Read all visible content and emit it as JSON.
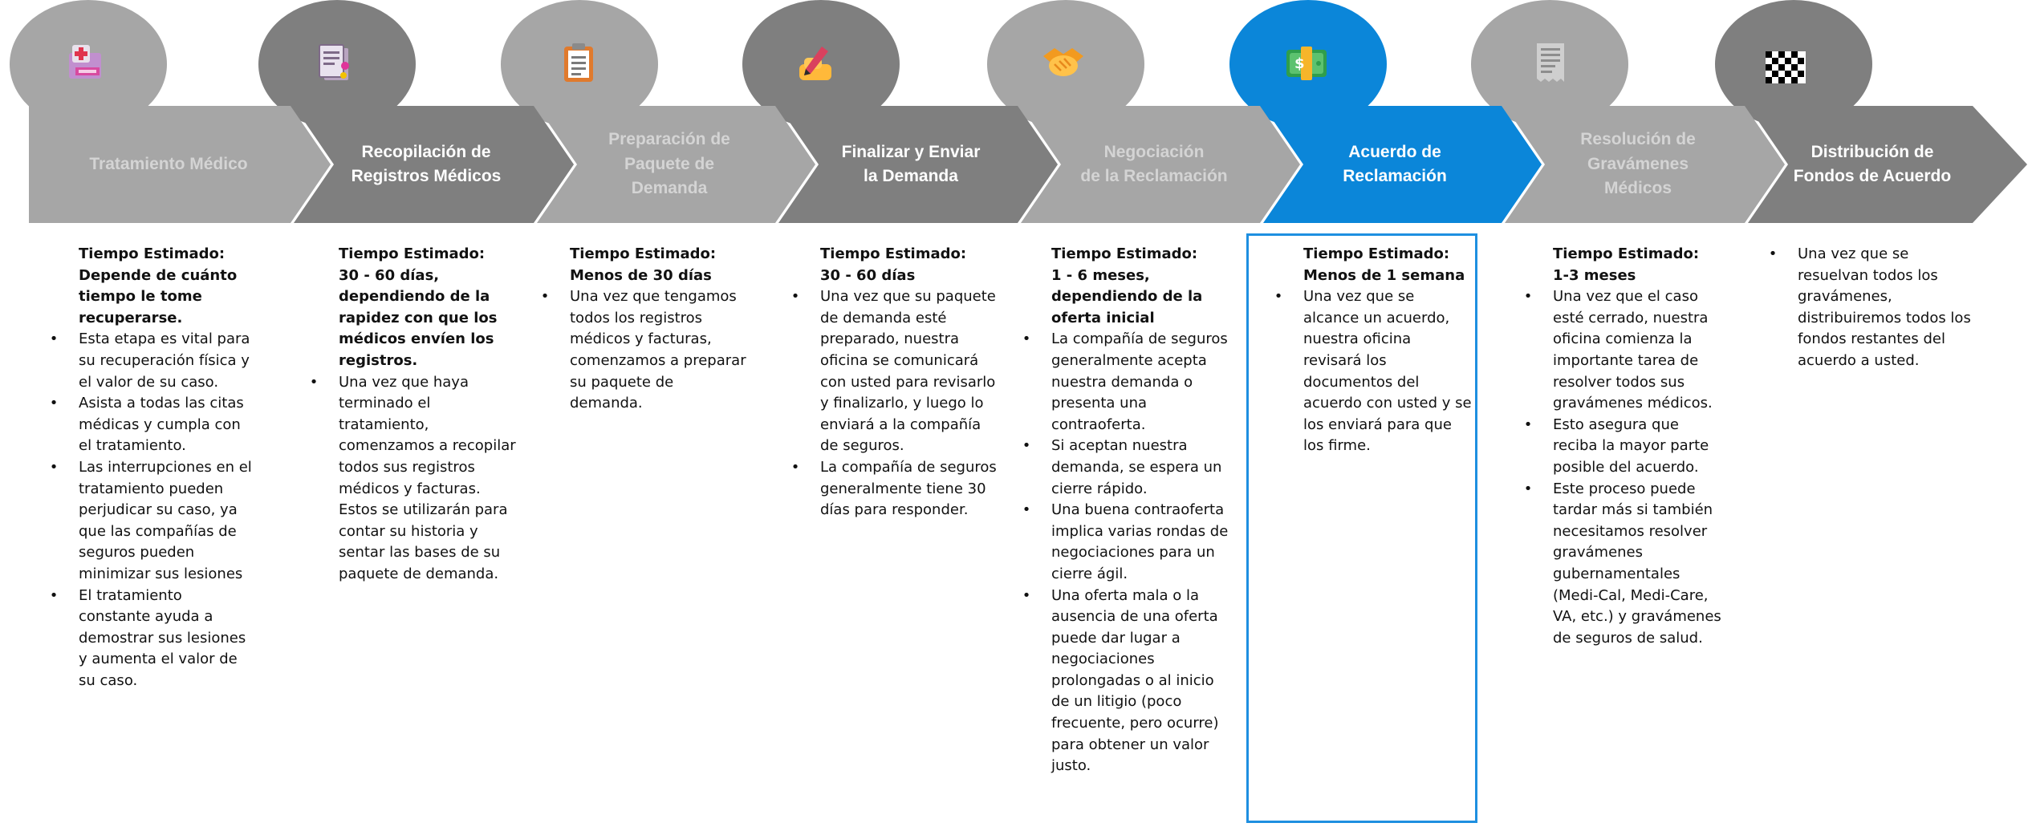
{
  "colors": {
    "light_gray": "#a6a6a6",
    "dark_gray": "#7f7f7f",
    "highlight_blue": "#0b86d9",
    "faded_text": "#d4d4d4"
  },
  "stages": [
    {
      "title": "Tratamiento Médico",
      "icon": "medical-kit-icon",
      "time_lines": [
        "Tiempo Estimado:",
        "Depende de cuánto tiempo le tome recuperarse."
      ],
      "bullets": [
        "Esta etapa es vital para su recuperación física y el valor de su caso.",
        "Asista a todas las citas médicas y cumpla con el tratamiento.",
        "Las interrupciones en el tratamiento pueden perjudicar su caso, ya que las compañías de seguros pueden minimizar sus lesiones",
        "El tratamiento constante ayuda a demostrar sus lesiones y aumenta el valor de su caso."
      ],
      "extra": []
    },
    {
      "title": "Recopilación de\nRegistros Médicos",
      "icon": "documents-icon",
      "time_lines": [
        "Tiempo Estimado:",
        "30 - 60 días, dependiendo de la rapidez con que los médicos envíen los registros."
      ],
      "bullets": [
        "Una vez que haya terminado el tratamiento, comenzamos a recopilar todos sus registros médicos y facturas."
      ],
      "extra": [
        "Estos se utilizarán para contar su historia y sentar las bases de su paquete de demanda."
      ]
    },
    {
      "title": "Preparación de\nPaquete de\nDemanda",
      "icon": "clipboard-icon",
      "time_lines": [
        "Tiempo Estimado:",
        "Menos de 30 días"
      ],
      "bullets": [
        "Una vez que tengamos todos los registros médicos y facturas, comenzamos a preparar su paquete de demanda."
      ],
      "extra": []
    },
    {
      "title": "Finalizar y Enviar\nla Demanda",
      "icon": "writing-hand-icon",
      "time_lines": [
        "Tiempo Estimado:",
        "30 - 60 días"
      ],
      "bullets": [
        "Una vez que su paquete de demanda esté preparado, nuestra oficina se comunicará con usted para revisarlo y finalizarlo, y luego lo enviará a la compañía de seguros.",
        "La compañía de seguros generalmente tiene 30 días para responder."
      ],
      "extra": []
    },
    {
      "title": "Negociación\nde la Reclamación",
      "icon": "handshake-icon",
      "time_lines": [
        "Tiempo Estimado:",
        "1 - 6 meses, dependiendo de la oferta inicial"
      ],
      "bullets": [
        "La compañía de seguros generalmente acepta nuestra demanda o presenta una contraoferta.",
        "Si aceptan nuestra demanda, se espera un cierre rápido.",
        "Una buena contraoferta implica varias rondas de negociaciones para un cierre ágil.",
        "Una oferta mala o la ausencia de una oferta puede dar lugar a negociaciones prolongadas o al inicio de un litigio (poco frecuente, pero ocurre) para obtener un valor justo."
      ],
      "extra": []
    },
    {
      "title": "Acuerdo de\nReclamación",
      "icon": "money-icon",
      "time_lines": [
        "Tiempo Estimado:",
        "Menos de 1 semana"
      ],
      "bullets": [
        "Una vez que se alcance un acuerdo, nuestra oficina revisará los documentos del acuerdo con usted y se los enviará para que los firme."
      ],
      "extra": []
    },
    {
      "title": "Resolución de\nGravámenes\nMédicos",
      "icon": "receipt-icon",
      "time_lines": [
        "Tiempo Estimado:",
        "1-3 meses"
      ],
      "bullets": [
        "Una vez que el caso esté cerrado, nuestra oficina comienza la importante tarea de resolver todos sus gravámenes médicos.",
        "Esto asegura que reciba la mayor parte posible del acuerdo.",
        "Este proceso puede tardar más si también necesitamos resolver gravámenes gubernamentales (Medi-Cal, Medi-Care, VA, etc.) y gravámenes de seguros de salud."
      ],
      "extra": []
    },
    {
      "title": "Distribución de\nFondos de Acuerdo",
      "icon": "checkered-flag-icon",
      "time_lines": [],
      "bullets": [
        "Una vez que se resuelvan todos los gravámenes, distribuiremos todos los fondos restantes del acuerdo a usted."
      ],
      "extra": []
    }
  ]
}
